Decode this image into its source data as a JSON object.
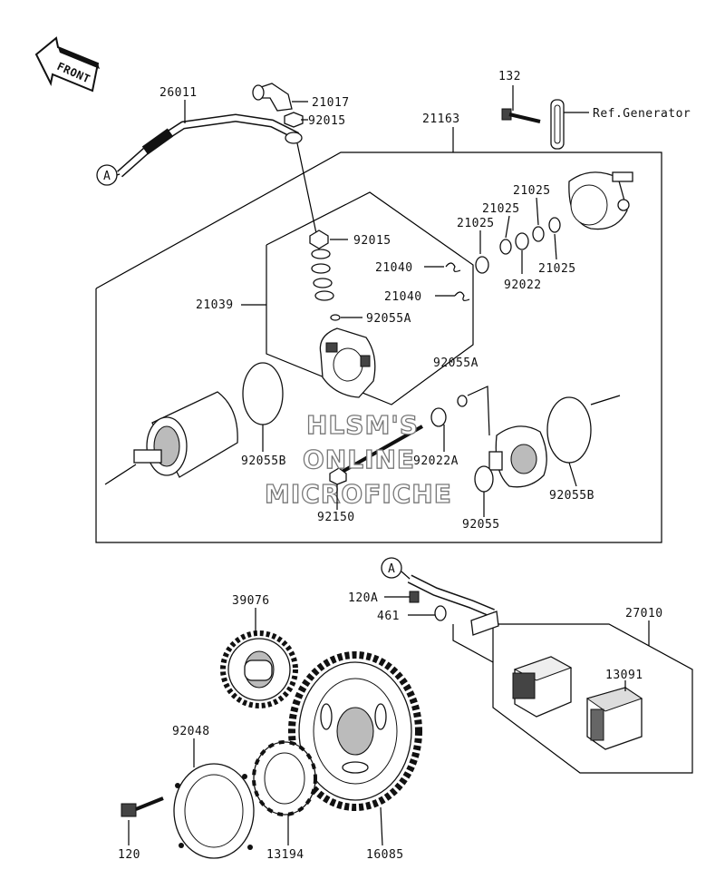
{
  "front_arrow": {
    "text": "FRONT"
  },
  "connector_a": "A",
  "watermark": [
    "HLSM'S",
    "ONLINE",
    "MICROFICHE"
  ],
  "labels": {
    "l132": "132",
    "ref_generator": "Ref.Generator",
    "l26011": "26011",
    "l21017": "21017",
    "l92015_top": "92015",
    "l21163": "21163",
    "l21025_a": "21025",
    "l21025_b": "21025",
    "l21025_c": "21025",
    "l21025_d": "21025",
    "l92022": "92022",
    "l92015_mid": "92015",
    "l21040_a": "21040",
    "l21040_b": "21040",
    "l21039": "21039",
    "l92055A_a": "92055A",
    "l92055A_b": "92055A",
    "l92055B_left": "92055B",
    "l92022A": "92022A",
    "l92150": "92150",
    "l92055": "92055",
    "l92055B_right": "92055B",
    "l120A": "120A",
    "l461": "461",
    "l27010": "27010",
    "l13091": "13091",
    "l39076": "39076",
    "l92048": "92048",
    "l120": "120",
    "l13194": "13194",
    "l16085": "16085"
  }
}
